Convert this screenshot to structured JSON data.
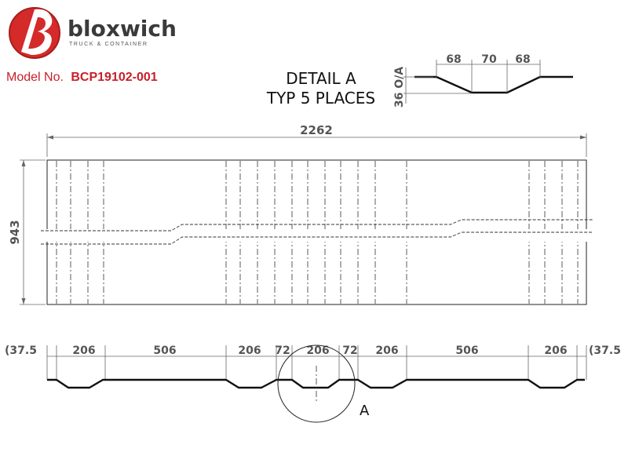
{
  "logo": {
    "name": "bloxwich",
    "tagline": "TRUCK & CONTAINER",
    "brand_color": "#d42a2a"
  },
  "model": {
    "label": "Model No.",
    "number": "BCP19102-001",
    "color": "#c8202a"
  },
  "detail": {
    "line1": "DETAIL A",
    "line2": "TYP 5 PLACES",
    "dims": [
      "68",
      "70",
      "68"
    ],
    "height_label": "36 O/A"
  },
  "plan": {
    "width": "2262",
    "height": "943"
  },
  "profile": {
    "dims": [
      "206",
      "506",
      "206",
      "72",
      "206",
      "72",
      "206",
      "506",
      "206"
    ],
    "end_left": "(37.5",
    "end_right": "(37.5",
    "detail_ref": "A"
  }
}
